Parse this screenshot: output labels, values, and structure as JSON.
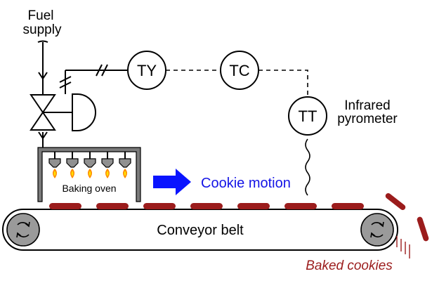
{
  "labels": {
    "fuel_line1": "Fuel",
    "fuel_line2": "supply",
    "ty": "TY",
    "tc": "TC",
    "tt": "TT",
    "ir_line1": "Infrared",
    "ir_line2": "pyrometer",
    "oven": "Baking oven",
    "motion": "Cookie motion",
    "belt": "Conveyor belt",
    "baked": "Baked cookies"
  },
  "colors": {
    "cookie": "#9b1c1c",
    "motion_arrow": "#0a14ff",
    "motion_text": "#1414e6",
    "flame_outer": "#ff8a00",
    "flame_inner": "#ffe100",
    "burner": "#909090",
    "oven_wall": "#7a7a7a",
    "pulley": "#9a9a9a"
  },
  "icons": {
    "pulley_left": "rotation-icon",
    "pulley_right": "rotation-icon",
    "motion": "arrow-right-icon"
  }
}
